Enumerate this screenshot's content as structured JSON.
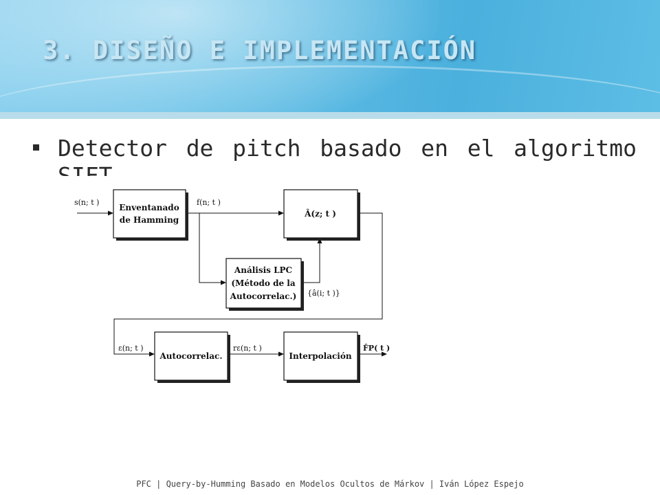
{
  "slide": {
    "title": "3. DISEÑO E IMPLEMENTACIÓN",
    "bullet": "Detector de pitch basado en el algoritmo SIFT",
    "footer": "PFC | Query-by-Humming Basado en Modelos Ocultos de Márkov | Iván López Espejo"
  },
  "diagram": {
    "blocks": {
      "hamming_line1": "Enventanado",
      "hamming_line2": "de Hamming",
      "inverse_filter": "Â(z; t )",
      "lpc_line1": "Análisis LPC",
      "lpc_line2": "(Método de la",
      "lpc_line3": "Autocorrelac.)",
      "autocorr": "Autocorrelac.",
      "interp": "Interpolación"
    },
    "signals": {
      "input": "s(n; t )",
      "windowed": "f(n; t )",
      "lpc_coeffs": "{â(i; t )}",
      "residual": "ε(n; t )",
      "autocorr_out": "rε(n; t )",
      "output": "F̂P( t )"
    }
  }
}
